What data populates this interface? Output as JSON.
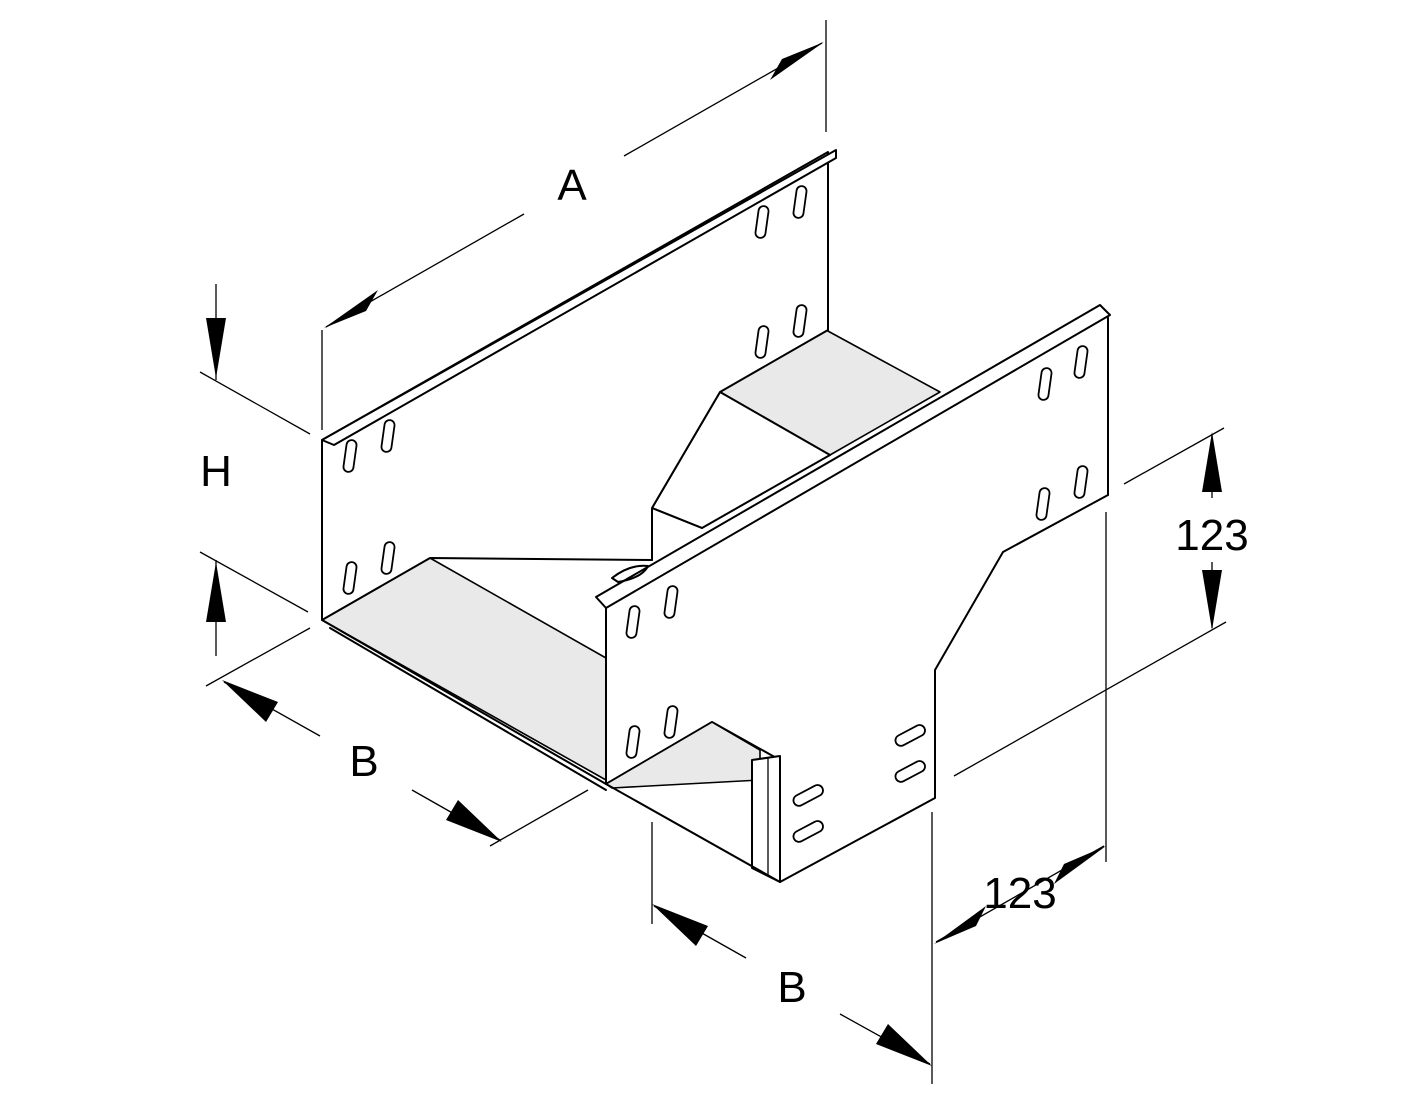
{
  "dimensions": {
    "length_label": "A",
    "height_label": "H",
    "width_left_label": "B",
    "width_branch_label": "B",
    "offset_vertical_label": "123",
    "offset_horizontal_label": "123"
  },
  "colors": {
    "line": "#000000",
    "background": "#ffffff",
    "floor_shade": "#e9e9e9"
  }
}
